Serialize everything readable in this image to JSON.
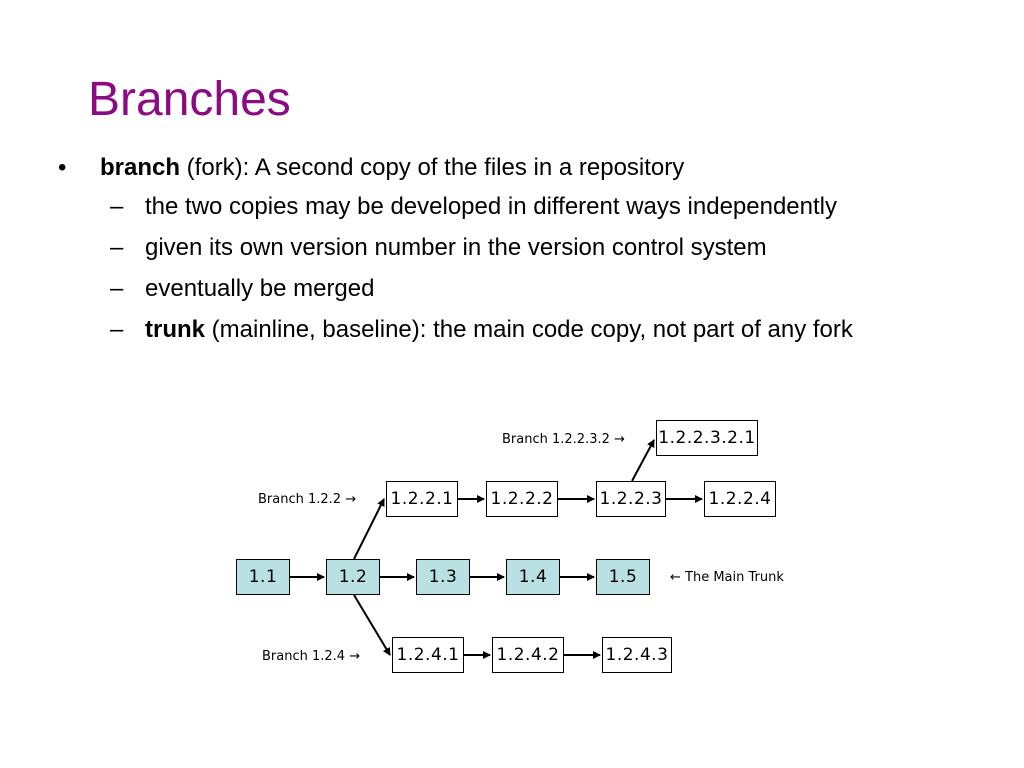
{
  "slide": {
    "title": "Branches",
    "bullet": {
      "marker": "•",
      "term": "branch",
      "text": " (fork): A second copy of the files in a repository",
      "subitems": [
        {
          "marker": "–",
          "term": "",
          "text": "the two copies may be developed in different ways independently"
        },
        {
          "marker": "–",
          "term": "",
          "text": "given its own version number in the version control system"
        },
        {
          "marker": "–",
          "term": "",
          "text": "eventually be merged"
        },
        {
          "marker": "–",
          "term": "trunk",
          "text": " (mainline, baseline): the main code copy, not part of any fork"
        }
      ]
    }
  },
  "diagram": {
    "labels": {
      "branch_12232": "Branch 1.2.2.3.2 →",
      "branch_122": "Branch 1.2.2 →",
      "main_trunk": "← The Main Trunk",
      "branch_124": "Branch 1.2.4 →"
    },
    "nodes": {
      "n11": "1.1",
      "n12": "1.2",
      "n13": "1.3",
      "n14": "1.4",
      "n15": "1.5",
      "n1221": "1.2.2.1",
      "n1222": "1.2.2.2",
      "n1223": "1.2.2.3",
      "n1224": "1.2.2.4",
      "n12232": "1.2.2.3.2.1",
      "n1241": "1.2.4.1",
      "n1242": "1.2.4.2",
      "n1243": "1.2.4.3"
    },
    "colors": {
      "trunk_fill": "#b9e0e2",
      "title": "#8b0b82"
    }
  }
}
